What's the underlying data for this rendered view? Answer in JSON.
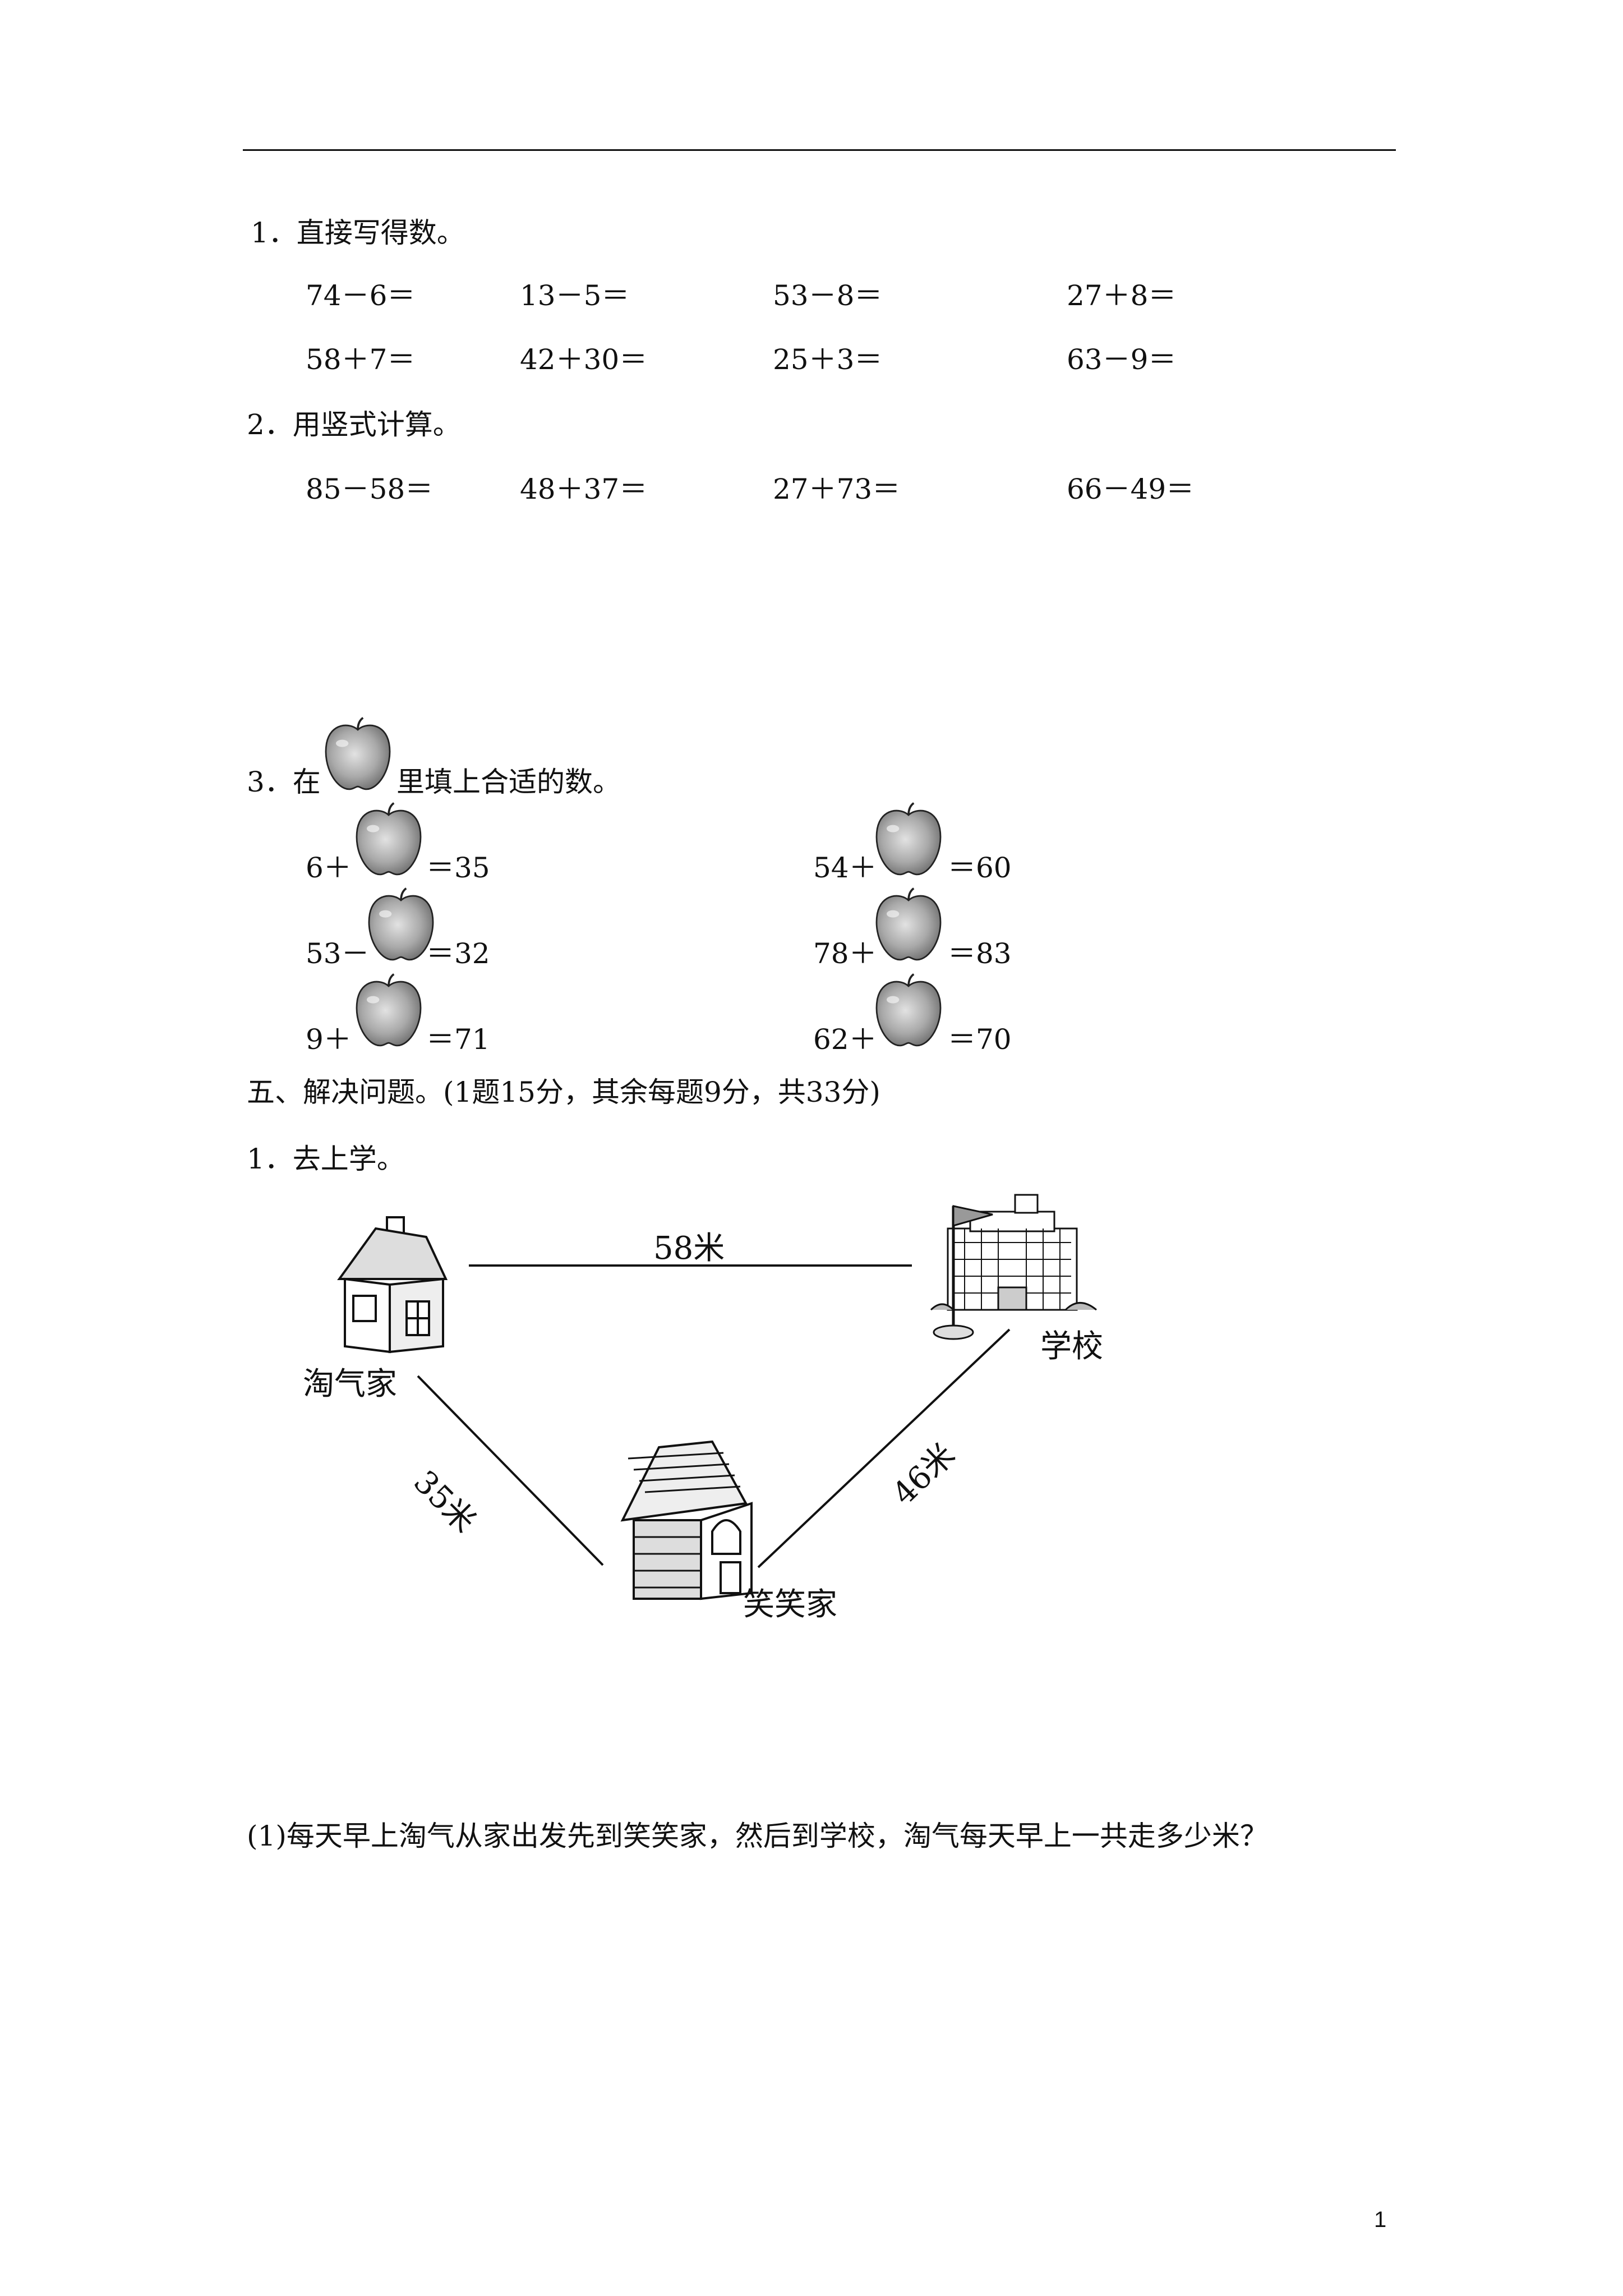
{
  "section1": {
    "title": "1．直接写得数。",
    "rows": [
      [
        "74－6＝",
        "13－5＝",
        "53－8＝",
        "27＋8＝"
      ],
      [
        "58＋7＝",
        "42＋30＝",
        "25＋3＝",
        "63－9＝"
      ]
    ]
  },
  "section2": {
    "title": "2．用竖式计算。",
    "items": [
      "85－58＝",
      "48＋37＝",
      "27＋73＝",
      "66－49＝"
    ]
  },
  "section3": {
    "title_prefix": "3．在",
    "title_suffix": "里填上合适的数。",
    "items": [
      {
        "pre": "6＋",
        "post": "＝35"
      },
      {
        "pre": "54＋",
        "post": "＝60"
      },
      {
        "pre": "53－",
        "post": "＝32"
      },
      {
        "pre": "78＋",
        "post": "＝83"
      },
      {
        "pre": "9＋",
        "post": "＝71"
      },
      {
        "pre": "62＋",
        "post": "＝70"
      }
    ]
  },
  "part5": {
    "heading": "五、解决问题。(1题15分，其余每题9分，共33分)",
    "q1_title": "1．去上学。"
  },
  "map": {
    "home_taoqi": "淘气家",
    "school": "学校",
    "home_xiaoxiao": "笑笑家",
    "dist_top": "58米",
    "dist_left": "35米",
    "dist_right": "46米"
  },
  "question": "(1)每天早上淘气从家出发先到笑笑家，然后到学校，淘气每天早上一共走多少米？",
  "page_number": "1"
}
